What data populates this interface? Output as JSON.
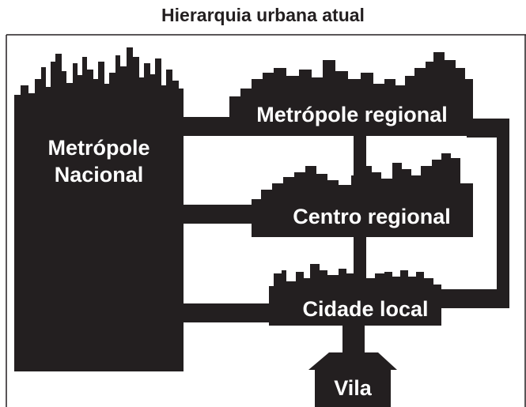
{
  "title": "Hierarquia urbana atual",
  "nodes": {
    "metropole_nacional": {
      "line1": "Metrópole",
      "line2": "Nacional"
    },
    "metropole_regional": {
      "label": "Metrópole regional"
    },
    "centro_regional": {
      "label": "Centro regional"
    },
    "cidade_local": {
      "label": "Cidade local"
    },
    "vila": {
      "label": "Vila"
    }
  },
  "colors": {
    "ink": "#231f20",
    "label_text": "#ffffff",
    "background": "#ffffff"
  }
}
